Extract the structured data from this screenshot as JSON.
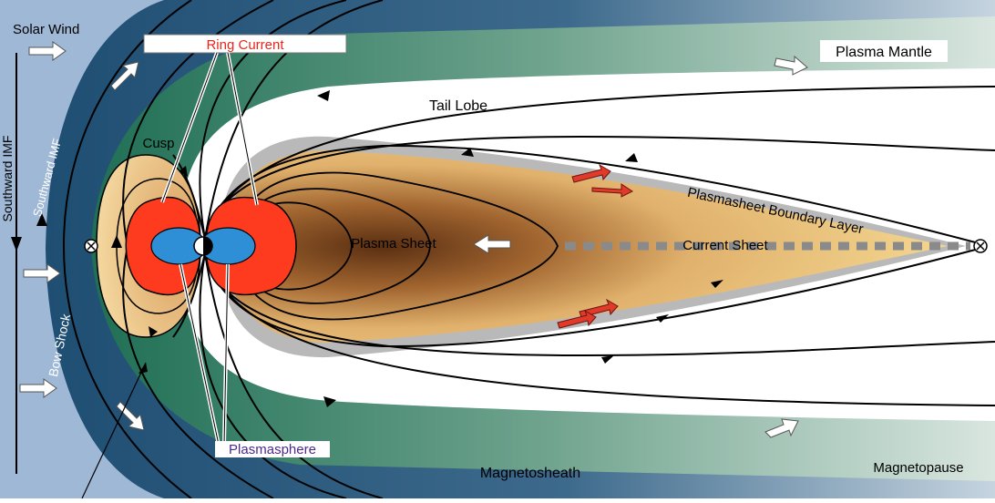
{
  "labels": {
    "solar_wind": "Solar Wind",
    "ring_current": "Ring Current",
    "plasma_mantle": "Plasma Mantle",
    "southward_imf_outer": "Southward IMF",
    "southward_imf_inner": "Southward IMF",
    "tail_lobe": "Tail Lobe",
    "cusp": "Cusp",
    "plasmasheet_boundary_layer": "Plasmasheet Boundary Layer",
    "plasma_sheet": "Plasma Sheet",
    "current_sheet": "Current Sheet",
    "bow_shock": "Bow Shock",
    "plasmasphere": "Plasmasphere",
    "magnetosheath": "Magnetosheath",
    "magnetopause": "Magnetopause"
  },
  "colors": {
    "solar_wind_bg": "#9fb8d6",
    "sheath_dark": "#1f4e73",
    "mantle_green": "#2d7a60",
    "plasma_sheet_light": "#f6dc93",
    "plasma_sheet_dark": "#6b3d1c",
    "ring_current": "#ff3b1f",
    "plasmasphere": "#2e8fd6",
    "boundary_layer": "#b9b9b9",
    "ring_current_text": "#e8261b",
    "plasmasphere_text": "#4a2a8c"
  }
}
